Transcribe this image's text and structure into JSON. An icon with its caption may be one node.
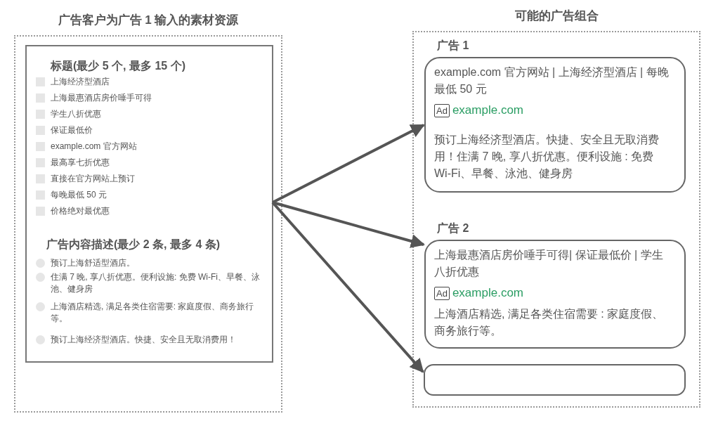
{
  "diagram": {
    "nodes": [
      {
        "text": [
          "广告客户为广告 1 输入的素材资源"
        ]
      },
      {
        "text": [
          "标题(最少 5 个, 最多 15 个)",
          "上海经济型酒店",
          "上海最惠酒店房价唾手可得",
          "学生八折优惠",
          "保证最低价",
          "example.com 官方网站",
          "最高享七折优惠",
          "直接在官方网站上预订",
          "每晚最低 50 元",
          "价格绝对最优惠",
          "广告内容描述(最少 2 条, 最多 4 条)",
          "预订上海舒适型酒店。",
          "住满 7 晚, 享八折优惠。便利设施: 免费 Wi-Fi、早餐、泳池、健身房",
          "上海酒店精选, 满足各类住宿需要: 家庭度假、商务旅行等。",
          "预订上海经济型酒店。快捷、安全且无取消费用！"
        ],
        "in": 0
      },
      {
        "text": [
          "可能的广告组合"
        ]
      },
      {
        "text": [
          "广告 1",
          "example.com 官方网站 | 上海经济型酒店 | 每晚最低 50 元",
          "Ad",
          "example.com",
          "预订上海经济型酒店。快捷、安全且无取消费用！住满 7 晚, 享八折优惠。便利设施 : 免费 Wi-Fi、早餐、泳池、健身房"
        ],
        "in": 2
      },
      {
        "text": [
          "广告 2",
          "上海最惠酒店房价唾手可得| 保证最低价 | 学生八折优惠",
          "Ad",
          "example.com",
          "上海酒店精选, 满足各类住宿需要 : 家庭度假、商务旅行等。"
        ],
        "in": 2
      },
      {
        "text": [],
        "shape": "box",
        "in": 2
      }
    ],
    "edges": [
      {
        "from": 1,
        "to": 3,
        "arrow": "to"
      },
      {
        "from": 1,
        "to": 4,
        "arrow": "to"
      },
      {
        "from": 1,
        "to": 5,
        "arrow": "to"
      }
    ]
  }
}
